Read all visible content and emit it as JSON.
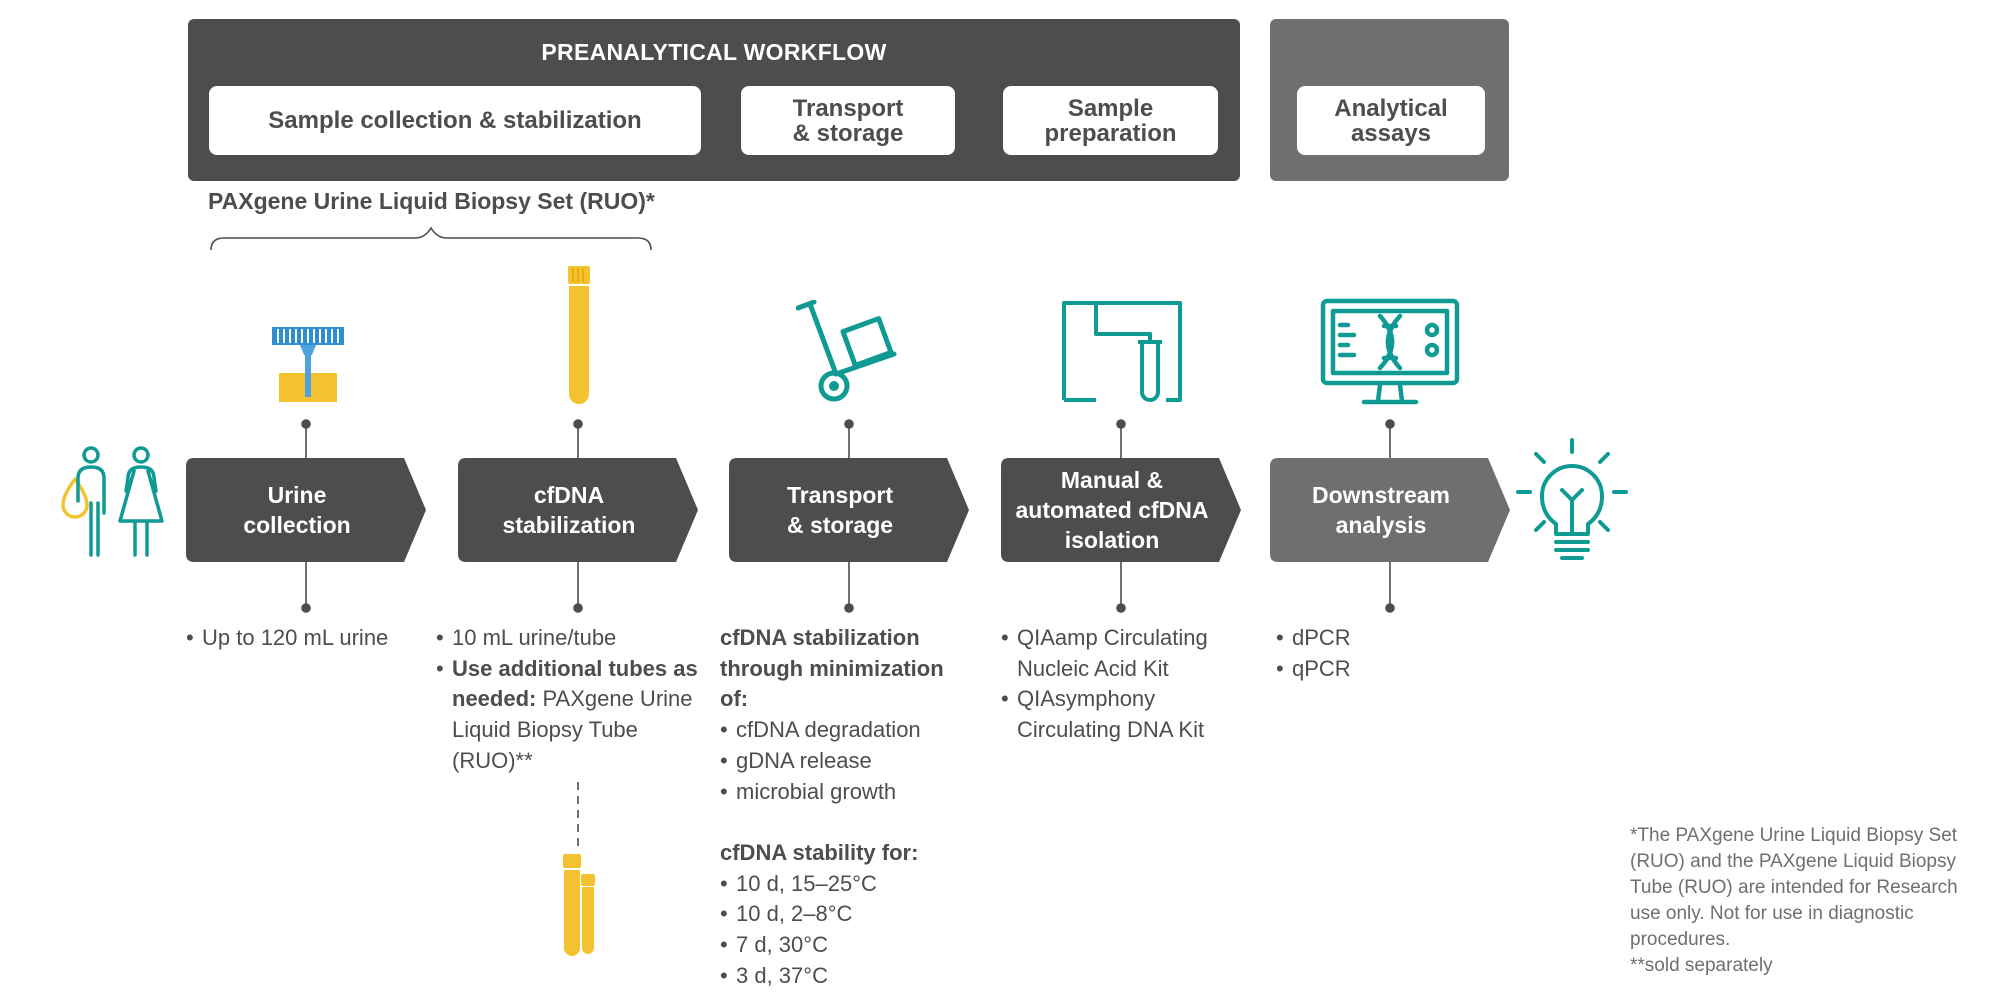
{
  "header": {
    "preanalytical_title": "PREANALYTICAL WORKFLOW",
    "phases": [
      "Sample collection & stabilization",
      "Transport\n& storage",
      "Sample\npreparation"
    ],
    "analytical": "Analytical\nassays"
  },
  "set_label": "PAXgene Urine Liquid Biopsy Set (RUO)*",
  "steps": [
    {
      "label": "Urine\ncollection",
      "color": "#4d4d4f"
    },
    {
      "label": "cfDNA\nstabilization",
      "color": "#4d4d4f"
    },
    {
      "label": "Transport\n& storage",
      "color": "#4d4d4f"
    },
    {
      "label": "Manual &\nautomated cfDNA\nisolation",
      "color": "#4d4d4f"
    },
    {
      "label": "Downstream\nanalysis",
      "color": "#6f6e70"
    }
  ],
  "details": {
    "urine": [
      "Up to 120 mL urine"
    ],
    "stabilization": {
      "bullet1": "10 mL urine/tube",
      "bullet2_bold": "Use additional tubes as needed:",
      "bullet2_rest": "PAXgene Urine Liquid Biopsy Tube (RUO)**"
    },
    "transport": {
      "heading1": "cfDNA stabilization through minimization of:",
      "list1": [
        "cfDNA degradation",
        "gDNA release",
        "microbial growth"
      ],
      "heading2": "cfDNA stability for:",
      "list2": [
        "10 d, 15–25°C",
        "10 d, 2–8°C",
        "7 d, 30°C",
        "3 d, 37°C"
      ]
    },
    "isolation": [
      "QIAamp Circulating Nucleic Acid Kit",
      "QIAsymphony Circulating DNA Kit"
    ],
    "analysis": [
      "dPCR",
      "qPCR"
    ]
  },
  "footnote": {
    "line1": "*The PAXgene Urine Liquid Biopsy Set (RUO) and the PAXgene Liquid Biopsy Tube (RUO) are intended for Research use only. Not for use in diagnostic procedures.",
    "line2": "**sold separately"
  },
  "icons": {
    "people": "person-drop-icon",
    "cup": "urine-cup-icon",
    "tube": "stabilization-tube-icon",
    "trolley": "hand-trolley-icon",
    "isolation": "instrument-tube-icon",
    "monitor": "dna-monitor-icon",
    "bulb": "lightbulb-icon",
    "tubes_pair": "tube-pair-icon"
  },
  "colors": {
    "dark_grey": "#4d4d4f",
    "mid_grey": "#6f6e70",
    "teal": "#0f9a93",
    "yellow": "#f5c22f",
    "blue": "#2e8fd4"
  }
}
